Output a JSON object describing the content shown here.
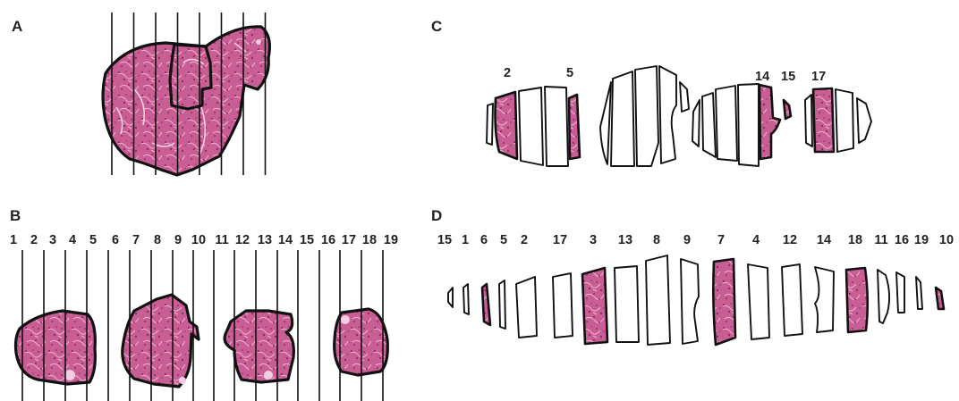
{
  "panels": {
    "A": {
      "label": "A"
    },
    "B": {
      "label": "B",
      "slice_numbers": [
        "1",
        "2",
        "3",
        "4",
        "5",
        "6",
        "7",
        "8",
        "9",
        "10",
        "11",
        "12",
        "13",
        "14",
        "15",
        "16",
        "17",
        "18",
        "19"
      ]
    },
    "C": {
      "label": "C",
      "highlighted_numbers": [
        "2",
        "5",
        "14",
        "15",
        "17"
      ]
    },
    "D": {
      "label": "D",
      "slice_order": [
        "15",
        "1",
        "6",
        "5",
        "2",
        "17",
        "3",
        "13",
        "8",
        "9",
        "7",
        "4",
        "12",
        "14",
        "18",
        "11",
        "16",
        "19",
        "10"
      ]
    }
  },
  "colors": {
    "tissue_base": "#c95e95",
    "tissue_dark": "#8e2f66",
    "tissue_light": "#ecb2d0",
    "outline": "#111111"
  }
}
